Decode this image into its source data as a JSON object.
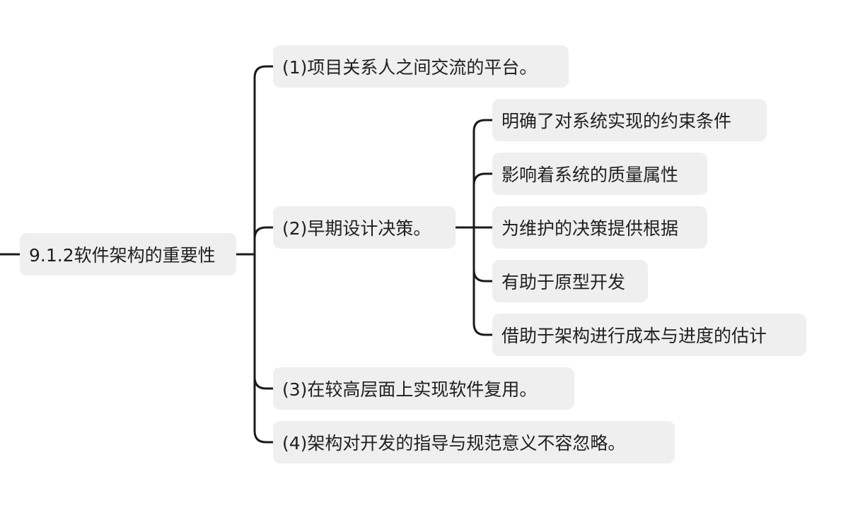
{
  "colors": {
    "node_fill": "#efefef",
    "line": "#1a1a1a",
    "text": "#1f1f1f",
    "background": "#ffffff"
  },
  "root": {
    "label": "9.1.2软件架构的重要性"
  },
  "branches": [
    {
      "label": "(1)项目关系人之间交流的平台。"
    },
    {
      "label": "(2)早期设计决策。",
      "children": [
        {
          "label": "明确了对系统实现的约束条件"
        },
        {
          "label": "影响着系统的质量属性"
        },
        {
          "label": "为维护的决策提供根据"
        },
        {
          "label": "有助于原型开发"
        },
        {
          "label": "借助于架构进行成本与进度的估计"
        }
      ]
    },
    {
      "label": "(3)在较高层面上实现软件复用。"
    },
    {
      "label": "(4)架构对开发的指导与规范意义不容忽略。"
    }
  ]
}
